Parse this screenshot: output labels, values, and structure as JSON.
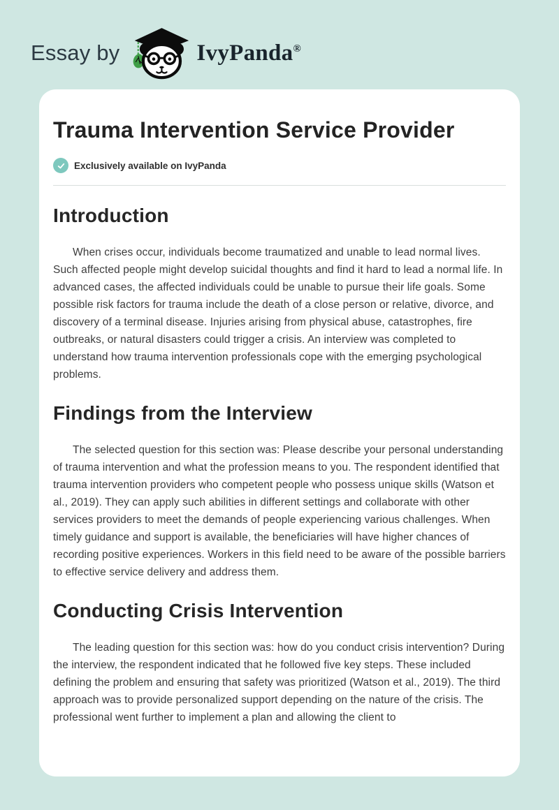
{
  "header": {
    "prefix": "Essay by",
    "brand": "IvyPanda",
    "registered": "®"
  },
  "article": {
    "title": "Trauma Intervention Service Provider",
    "badge_label": "Exclusively available on IvyPanda",
    "sections": [
      {
        "heading": "Introduction",
        "paragraphs": [
          "When crises occur, individuals become traumatized and unable to lead normal lives. Such affected people might develop suicidal thoughts and find it hard to lead a normal life. In advanced cases, the affected individuals could be unable to pursue their life goals. Some possible risk factors for trauma include the death of a close person or relative, divorce, and discovery of a terminal disease. Injuries arising from physical abuse, catastrophes, fire outbreaks, or natural disasters could trigger a crisis. An interview was completed to understand how trauma intervention professionals cope with the emerging psychological problems."
        ]
      },
      {
        "heading": "Findings from the Interview",
        "paragraphs": [
          "The selected question for this section was: Please describe your personal understanding of trauma intervention and what the profession means to you. The respondent identified that trauma intervention providers who competent people who possess unique skills (Watson et al., 2019). They can apply such abilities in different settings and collaborate with other services providers to meet the demands of people experiencing various challenges. When timely guidance and support is available, the beneficiaries will have higher chances of recording positive experiences. Workers in this field need to be aware of the possible barriers to effective service delivery and address them."
        ]
      },
      {
        "heading": "Conducting Crisis Intervention",
        "paragraphs": [
          "The leading question for this section was: how do you conduct crisis intervention? During the interview, the respondent indicated that he followed five key steps. These included defining the problem and ensuring that safety was prioritized (Watson et al., 2019). The third approach was to provide personalized support depending on the nature of the crisis. The professional went further to implement a plan and allowing the client to"
        ]
      }
    ]
  },
  "colors": {
    "page_background": "#cfe7e2",
    "card_background": "#ffffff",
    "badge_teal": "#7ec8be",
    "leaf_green": "#3f9e47",
    "heading_text": "#262626",
    "body_text": "#3d3d3d",
    "wordmark_text": "#19242c"
  }
}
